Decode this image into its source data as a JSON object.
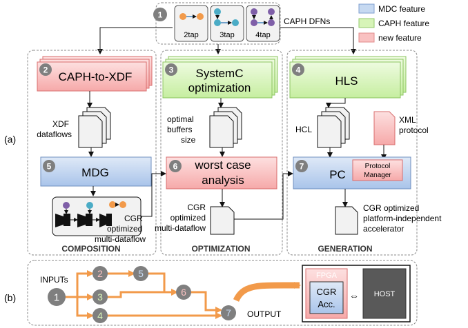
{
  "top_inputs": {
    "number": "1",
    "graphs": [
      "2tap",
      "3tap",
      "4tap"
    ],
    "caph_dfns_label": "CAPH DFNs"
  },
  "legend": {
    "items": [
      {
        "label": "MDC feature",
        "color": "#c6d9f1"
      },
      {
        "label": "CAPH feature",
        "color": "#d7f4b8"
      },
      {
        "label": "new feature",
        "color": "#f9c1c1"
      }
    ]
  },
  "part_a_label": "(a)",
  "part_b_label": "(b)",
  "composition": {
    "title": "COMPOSITION",
    "caph_to_xdf": {
      "num": "2",
      "label": "CAPH-to-XDF"
    },
    "xdf_label_line1": "XDF",
    "xdf_label_line2": "dataflows",
    "mdg": {
      "num": "5",
      "label": "MDG"
    },
    "cgr_line1": "CGR",
    "cgr_line2": "optimized",
    "cgr_line3": "multi-dataflow"
  },
  "optimization": {
    "title": "OPTIMIZATION",
    "systemc": {
      "num": "3",
      "line1": "SystemC",
      "line2": "optimization"
    },
    "buf_line1": "optimal",
    "buf_line2": "buffers",
    "buf_line3": "size",
    "worst": {
      "num": "6",
      "line1": "worst case",
      "line2": "analysis"
    },
    "cgr_line1": "CGR",
    "cgr_line2": "optimized",
    "cgr_line3": "multi-dataflow"
  },
  "generation": {
    "title": "GENERATION",
    "hls": {
      "num": "4",
      "label": "HLS"
    },
    "hcl_label": "HCL",
    "xml_line1": "XML",
    "xml_line2": "protocol",
    "pc": {
      "num": "7",
      "label": "PC",
      "protocol_line1": "Protocol",
      "protocol_line2": "Manager"
    },
    "cgr_line1": "CGR optimized",
    "cgr_line2": "platform-independent",
    "cgr_line3": "accelerator"
  },
  "flow_b": {
    "inputs_label": "INPUTs",
    "output_label": "OUTPUT",
    "nodes": [
      "1",
      "2",
      "3",
      "4",
      "5",
      "6",
      "7"
    ],
    "fpga_label": "FPGA",
    "acc_line1": "CGR",
    "acc_line2": "Acc.",
    "host_label": "HOST",
    "exchange_symbol": "⇔"
  },
  "colors": {
    "mdc": "#c6d9f1",
    "caph": "#d7f4b8",
    "new": "#f9c1c1",
    "orange": "#f29a4a",
    "node_gray": "#7f7f7f",
    "dark": "#595959"
  }
}
